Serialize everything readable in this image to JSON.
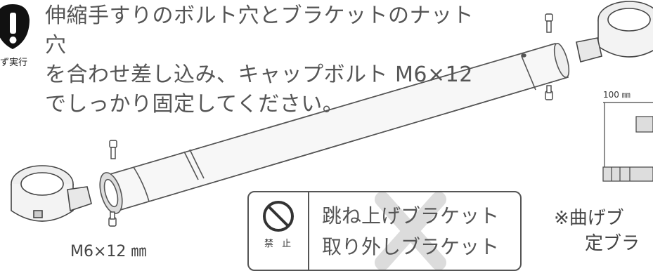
{
  "instruction": {
    "line1": "伸縮手すりのボルト穴とブラケットのナット穴",
    "line2": "を合わせ差し込み、キャップボルト M6×12",
    "line3": "でしっかり固定してください。"
  },
  "warning_badge_label": "ず実行",
  "bolt_size_label": "M6×12 ㎜",
  "dimension_label": "100 ㎜",
  "prohibited_box": {
    "symbol_label": "禁 止",
    "items": [
      "跳ね上げブラケット",
      "取り外しブラケット"
    ]
  },
  "right_note": {
    "line1": "※曲げブ",
    "line2": "定ブラ"
  },
  "colors": {
    "line": "#555555",
    "cross": "#dcdcdc",
    "warning_badge": "#111111"
  },
  "icons": [
    "exclamation-icon",
    "prohibited-icon",
    "cross-mark-icon"
  ]
}
